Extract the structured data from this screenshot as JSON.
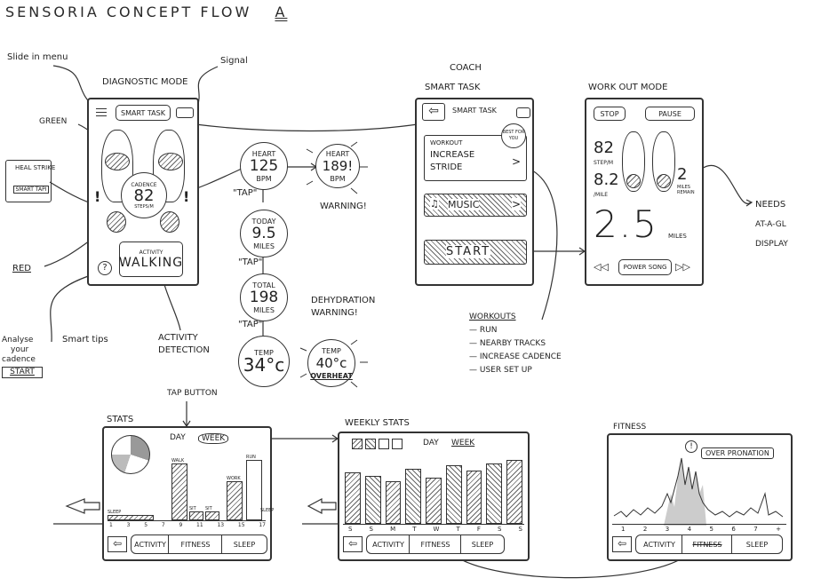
{
  "title": "SENSORIA  CONCEPT  FLOW",
  "title_letter": "A",
  "annotations": {
    "slide_in_menu": "Slide in menu",
    "signal": "Signal",
    "diagnostic_mode": "DIAGNOSTIC MODE",
    "green": "GREEN",
    "red": "RED",
    "coach": "COACH",
    "smart_task": "SMART TASK",
    "workout_mode": "WORK OUT MODE",
    "needs": "NEEDS",
    "at_a_glance": "AT-A-GL",
    "display": "DISPLAY",
    "warning": "WARNING!",
    "dehydration": "DEHYDRATION",
    "dehydration_warning": "WARNING!",
    "smart_tips": "Smart tips",
    "activity_detection_1": "ACTIVITY",
    "activity_detection_2": "DETECTION",
    "tap_button": "TAP BUTTON",
    "stats": "STATS",
    "weekly_stats": "WEEKLY STATS",
    "fitness": "FITNESS"
  },
  "heal_strike": {
    "label": "HEAL STRIKE",
    "button": "SMART TAPI"
  },
  "analyse": {
    "line1": "Analyse",
    "line2": "your",
    "line3": "cadence",
    "button": "START"
  },
  "diagnostic_screen": {
    "menu_button": "SMART TASK",
    "cadence_label": "CADENCE",
    "cadence_value": "82",
    "cadence_unit": "STEPS/M",
    "activity_label": "ACTIVITY",
    "activity_value": "WALKING",
    "help": "?"
  },
  "bubbles": [
    {
      "top": "HEART",
      "value": "125",
      "unit": "BPM"
    },
    {
      "top": "TODAY",
      "value": "9.5",
      "unit": "MILES"
    },
    {
      "top": "TOTAL",
      "value": "198",
      "unit": "MILES"
    },
    {
      "top": "TEMP",
      "value": "34°c",
      "unit": ""
    }
  ],
  "tap_label": "\"TAP\"",
  "warning_bubbles": [
    {
      "top": "HEART",
      "value": "189!",
      "unit": "BPM"
    },
    {
      "top": "TEMP",
      "value": "40°c",
      "unit": "OVERHEAT"
    }
  ],
  "coach_screen": {
    "header": "SMART TASK",
    "workout_label": "WORKOUT",
    "workout_value_1": "INCREASE",
    "workout_value_2": "STRIDE",
    "best_badge": "BEST FOR YOU",
    "music_label": "MUSIC",
    "start_button": "START"
  },
  "workouts_list": {
    "title": "WORKOUTS",
    "items": [
      "RUN",
      "NEARBY TRACKS",
      "INCREASE CADENCE",
      "USER SET UP"
    ]
  },
  "workout_screen": {
    "stop": "STOP",
    "pause": "PAUSE",
    "steps_value": "82",
    "steps_unit": "STEP/M",
    "pace_value": "8.2",
    "pace_unit": "/MILE",
    "remain_value": "2",
    "remain_unit": "MILES REMAIN",
    "distance_value": "2.5",
    "distance_unit": "MILES",
    "power_song": "POWER SONG"
  },
  "stats_screen": {
    "day": "DAY",
    "week": "WEEK",
    "bar_labels": [
      "SLEEP",
      "WALK",
      "SIT",
      "SIT",
      "WORK",
      "RUN",
      "SLEEP"
    ],
    "x_ticks": [
      "1",
      "3",
      "5",
      "7",
      "9",
      "11",
      "13",
      "15",
      "17"
    ],
    "tabs": [
      "ACTIVITY",
      "FITNESS",
      "SLEEP"
    ]
  },
  "weekly_screen": {
    "day": "DAY",
    "week": "WEEK",
    "days": [
      "S",
      "S",
      "M",
      "T",
      "W",
      "T",
      "F",
      "S",
      "S"
    ],
    "tabs": [
      "ACTIVITY",
      "FITNESS",
      "SLEEP"
    ]
  },
  "fitness_screen": {
    "pronation": "OVER PRONATION",
    "marker": "!",
    "x_ticks": [
      "1",
      "2",
      "3",
      "4",
      "5",
      "6",
      "7",
      "+"
    ],
    "tabs": [
      "ACTIVITY",
      "FITNESS",
      "SLEEP"
    ]
  }
}
